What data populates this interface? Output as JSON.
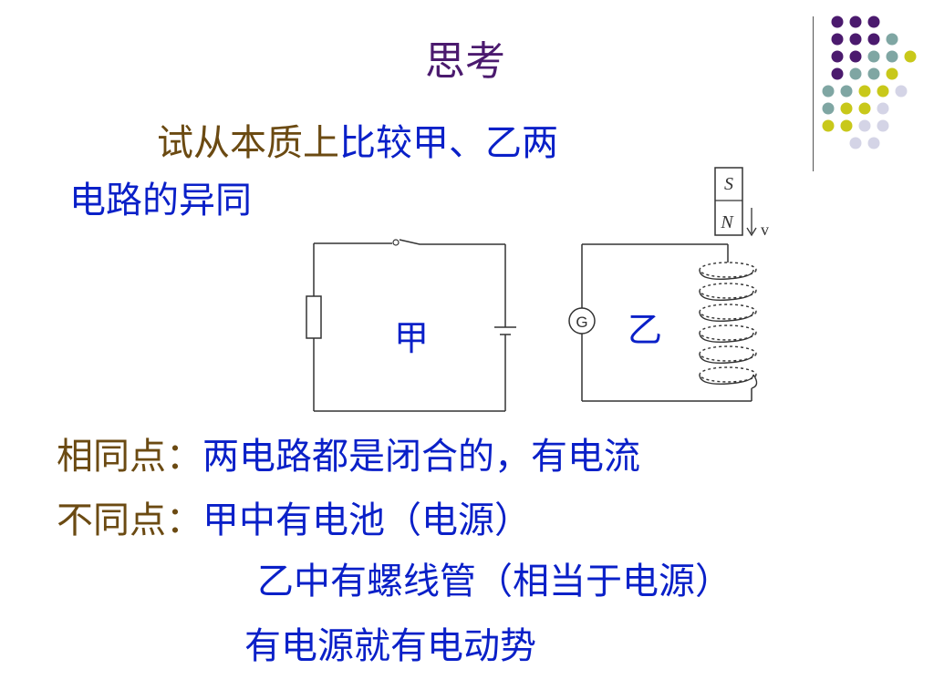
{
  "title": "思考",
  "question": {
    "part1": "试从本质上",
    "part2": "比较甲、乙两",
    "line2": "电路的异同"
  },
  "circuit_a_label": "甲",
  "circuit_b_label": "乙",
  "magnet": {
    "s": "S",
    "n": "N",
    "v": "v"
  },
  "galvanometer": "G",
  "similarity": {
    "label": "相同点：",
    "text": "两电路都是闭合的，有电流"
  },
  "difference": {
    "label": "不同点：",
    "text_a": "甲中有电池（电源）",
    "text_b": "乙中有螺线管（相当于电源）"
  },
  "conclusion": "有电源就有电动势",
  "colors": {
    "purple": "#4b1a6e",
    "blue": "#0a20c8",
    "brown": "#6b4a12",
    "dot_dark": "#4b1a6e",
    "dot_teal": "#7fa6a3",
    "dot_yellow": "#c8c81a",
    "dot_light": "#d4d4e6"
  }
}
